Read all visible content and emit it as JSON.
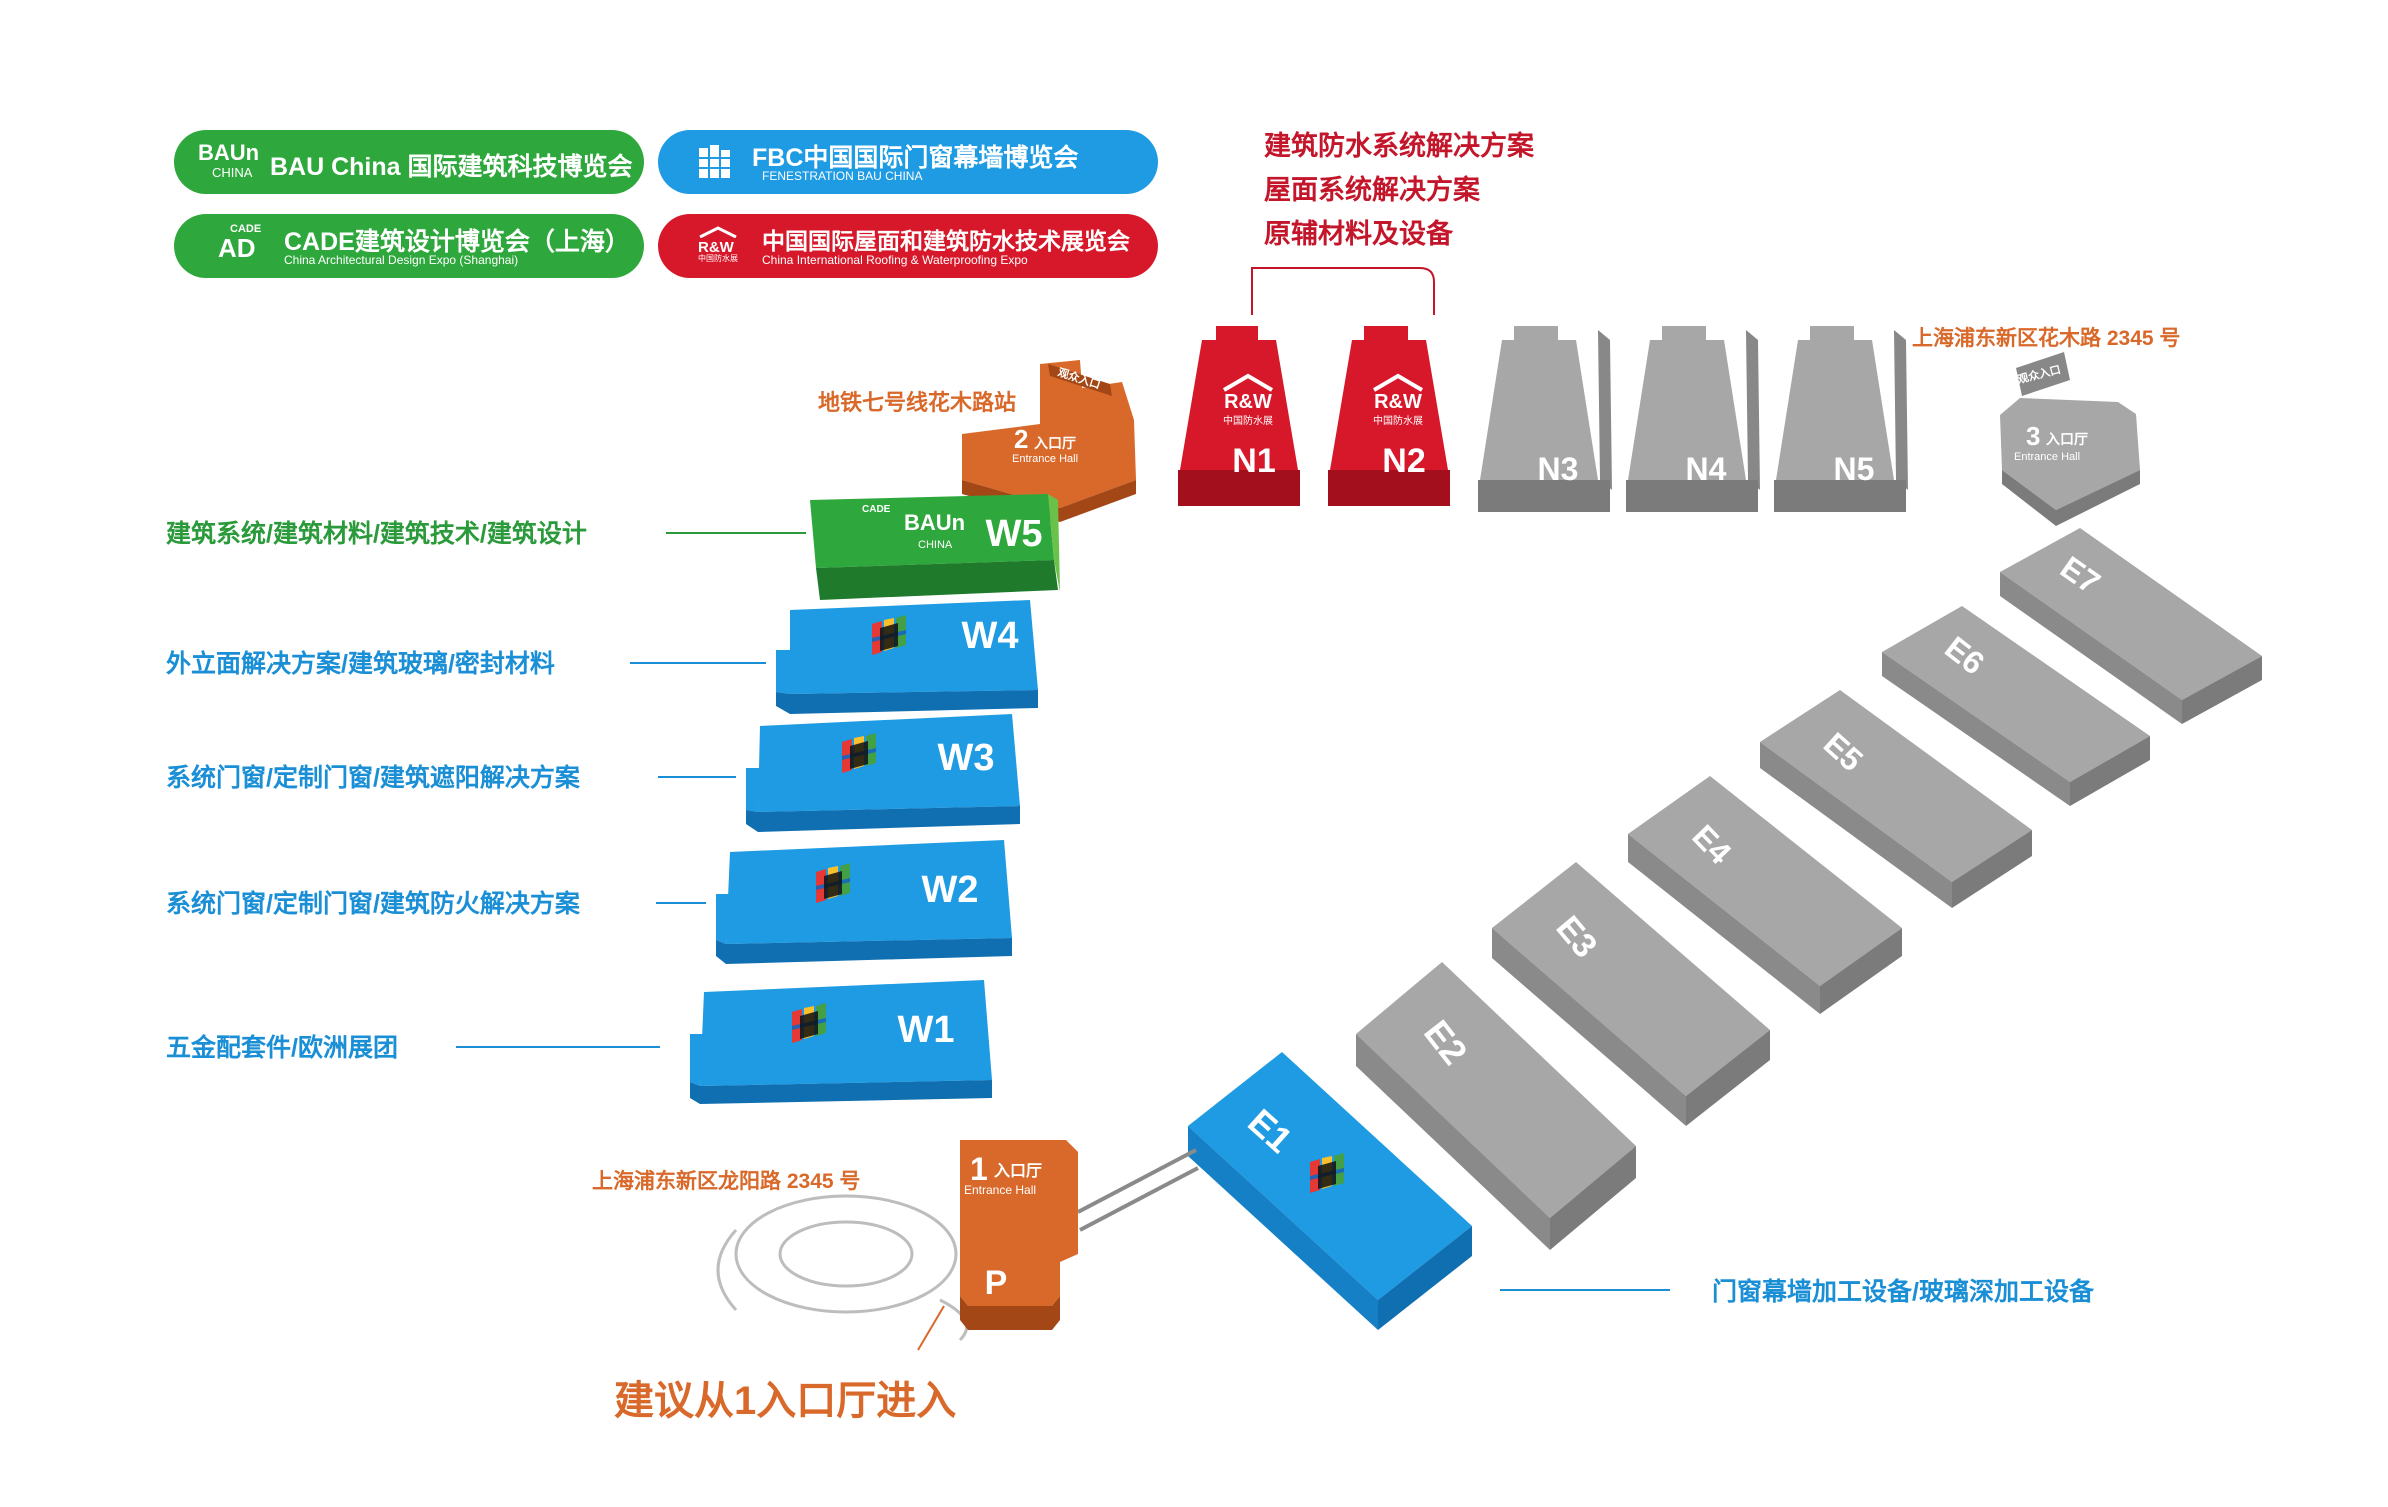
{
  "legend": {
    "bau": {
      "logo_line1": "BAUn",
      "logo_line2": "CHINA",
      "title": "BAU China 国际建筑科技博览会"
    },
    "fbc": {
      "title": "FBC中国国际门窗幕墙博览会",
      "subtitle": "FENESTRATION BAU CHINA"
    },
    "cade": {
      "logo_line1": "CADE",
      "logo_line2": "AD",
      "title": "CADE建筑设计博览会（上海）",
      "subtitle": "China Architectural Design Expo (Shanghai)"
    },
    "rw": {
      "logo": "R&W",
      "logo_sub": "中国防水展",
      "title": "中国国际屋面和建筑防水技术展览会",
      "subtitle": "China International Roofing & Waterproofing Expo"
    }
  },
  "north_labels": [
    "建筑防水系统解决方案",
    "屋面系统解决方案",
    "原辅材料及设备"
  ],
  "west_labels": {
    "w5": "建筑系统/建筑材料/建筑技术/建筑设计",
    "w4": "外立面解决方案/建筑玻璃/密封材料",
    "w3": "系统门窗/定制门窗/建筑遮阳解决方案",
    "w2": "系统门窗/定制门窗/建筑防火解决方案",
    "w1": "五金配套件/欧洲展团"
  },
  "east_label": "门窗幕墙加工设备/玻璃深加工设备",
  "halls": {
    "N1": "N1",
    "N2": "N2",
    "N3": "N3",
    "N4": "N4",
    "N5": "N5",
    "W1": "W1",
    "W2": "W2",
    "W3": "W3",
    "W4": "W4",
    "W5": "W5",
    "E1": "E1",
    "E2": "E2",
    "E3": "E3",
    "E4": "E4",
    "E5": "E5",
    "E6": "E6",
    "E7": "E7"
  },
  "rw_badge": {
    "logo": "R&W",
    "sub": "中国防水展"
  },
  "w5_badge": {
    "cade": "CADE",
    "bau": "BAUn",
    "china": "CHINA"
  },
  "entrances": {
    "e1": {
      "number": "1",
      "label": "入口厅",
      "en": "Entrance Hall"
    },
    "e2": {
      "number": "2",
      "label": "入口厅",
      "en": "Entrance Hall"
    },
    "e3": {
      "number": "3",
      "label": "入口厅",
      "en": "Entrance Hall"
    },
    "parking": "P",
    "sign": "观众入口"
  },
  "addresses": {
    "metro": "地铁七号线花木路站",
    "huamu": "上海浦东新区花木路 2345 号",
    "longyang": "上海浦东新区龙阳路 2345 号"
  },
  "recommendation": "建议从1入口厅进入",
  "colors": {
    "green": "#2ea83c",
    "green_dark": "#1f7a2b",
    "blue": "#1e9be2",
    "blue_dark": "#0f6fb1",
    "red": "#d7182a",
    "red_dark": "#a30f1c",
    "orange": "#d9692a",
    "orange_dark": "#a44716",
    "gray": "#a7a7a7",
    "gray_dark": "#7b7b7b",
    "label_red": "#c4162a",
    "label_blue": "#1b8fd6",
    "label_green": "#2a9a3a",
    "label_orange": "#d9692a"
  }
}
